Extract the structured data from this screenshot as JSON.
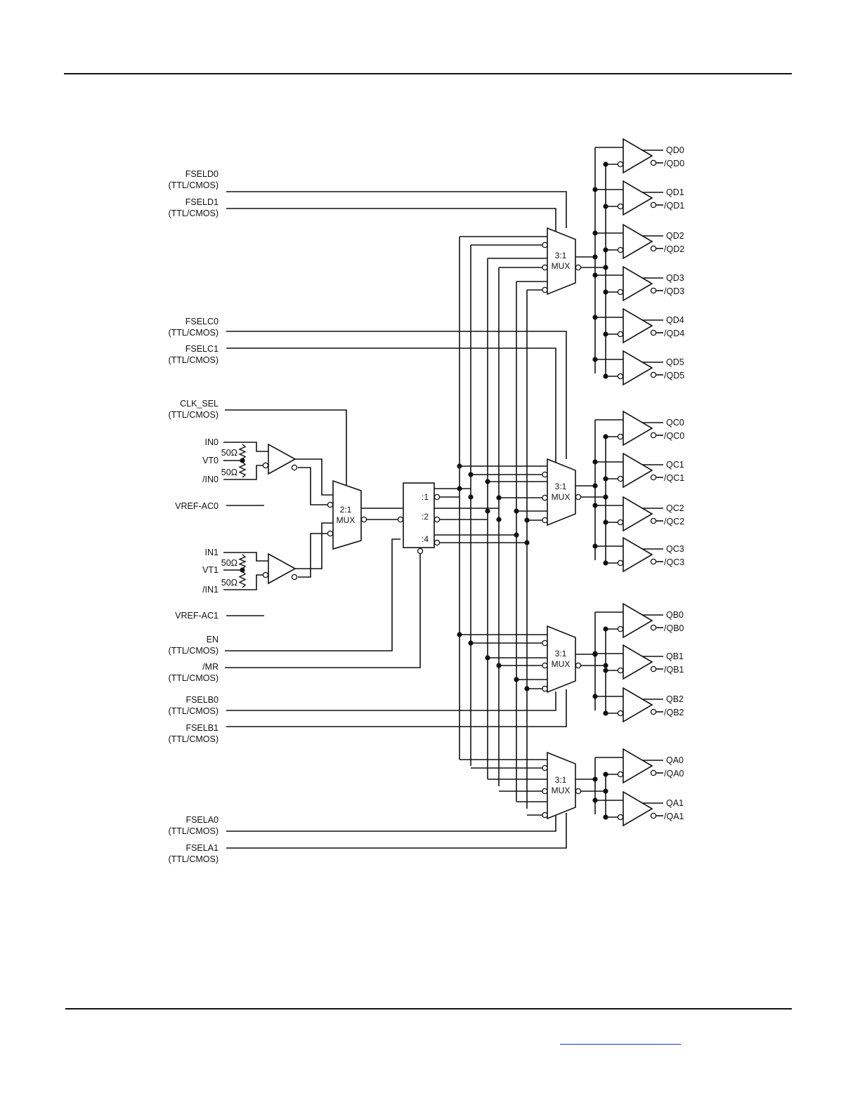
{
  "diagram": {
    "left_inputs": {
      "fseld0": {
        "name": "FSELD0",
        "type": "(TTL/CMOS)"
      },
      "fseld1": {
        "name": "FSELD1",
        "type": "(TTL/CMOS)"
      },
      "fselc0": {
        "name": "FSELC0",
        "type": "(TTL/CMOS)"
      },
      "fselc1": {
        "name": "FSELC1",
        "type": "(TTL/CMOS)"
      },
      "clk_sel": {
        "name": "CLK_SEL",
        "type": "(TTL/CMOS)"
      },
      "in0": "IN0",
      "vt0": "VT0",
      "in0n": "/IN0",
      "vref_ac0": "VREF-AC0",
      "in1": "IN1",
      "vt1": "VT1",
      "in1n": "/IN1",
      "vref_ac1": "VREF-AC1",
      "en": {
        "name": "EN",
        "type": "(TTL/CMOS)"
      },
      "mr": {
        "name": "/MR",
        "type": "(TTL/CMOS)"
      },
      "fselb0": {
        "name": "FSELB0",
        "type": "(TTL/CMOS)"
      },
      "fselb1": {
        "name": "FSELB1",
        "type": "(TTL/CMOS)"
      },
      "fsela0": {
        "name": "FSELA0",
        "type": "(TTL/CMOS)"
      },
      "fsela1": {
        "name": "FSELA1",
        "type": "(TTL/CMOS)"
      }
    },
    "resistor_label": "50Ω",
    "mux21": {
      "ratio": "2:1",
      "label": "MUX"
    },
    "mux31": {
      "ratio": "3:1",
      "label": "MUX"
    },
    "divider_ports": [
      ":1",
      ":2",
      ":4"
    ],
    "outputs": {
      "qd": [
        [
          "QD0",
          "/QD0"
        ],
        [
          "QD1",
          "/QD1"
        ],
        [
          "QD2",
          "/QD2"
        ],
        [
          "QD3",
          "/QD3"
        ],
        [
          "QD4",
          "/QD4"
        ],
        [
          "QD5",
          "/QD5"
        ]
      ],
      "qc": [
        [
          "QC0",
          "/QC0"
        ],
        [
          "QC1",
          "/QC1"
        ],
        [
          "QC2",
          "/QC2"
        ],
        [
          "QC3",
          "/QC3"
        ]
      ],
      "qb": [
        [
          "QB0",
          "/QB0"
        ],
        [
          "QB1",
          "/QB1"
        ],
        [
          "QB2",
          "/QB2"
        ]
      ],
      "qa": [
        [
          "QA0",
          "/QA0"
        ],
        [
          "QA1",
          "/QA1"
        ]
      ]
    }
  }
}
